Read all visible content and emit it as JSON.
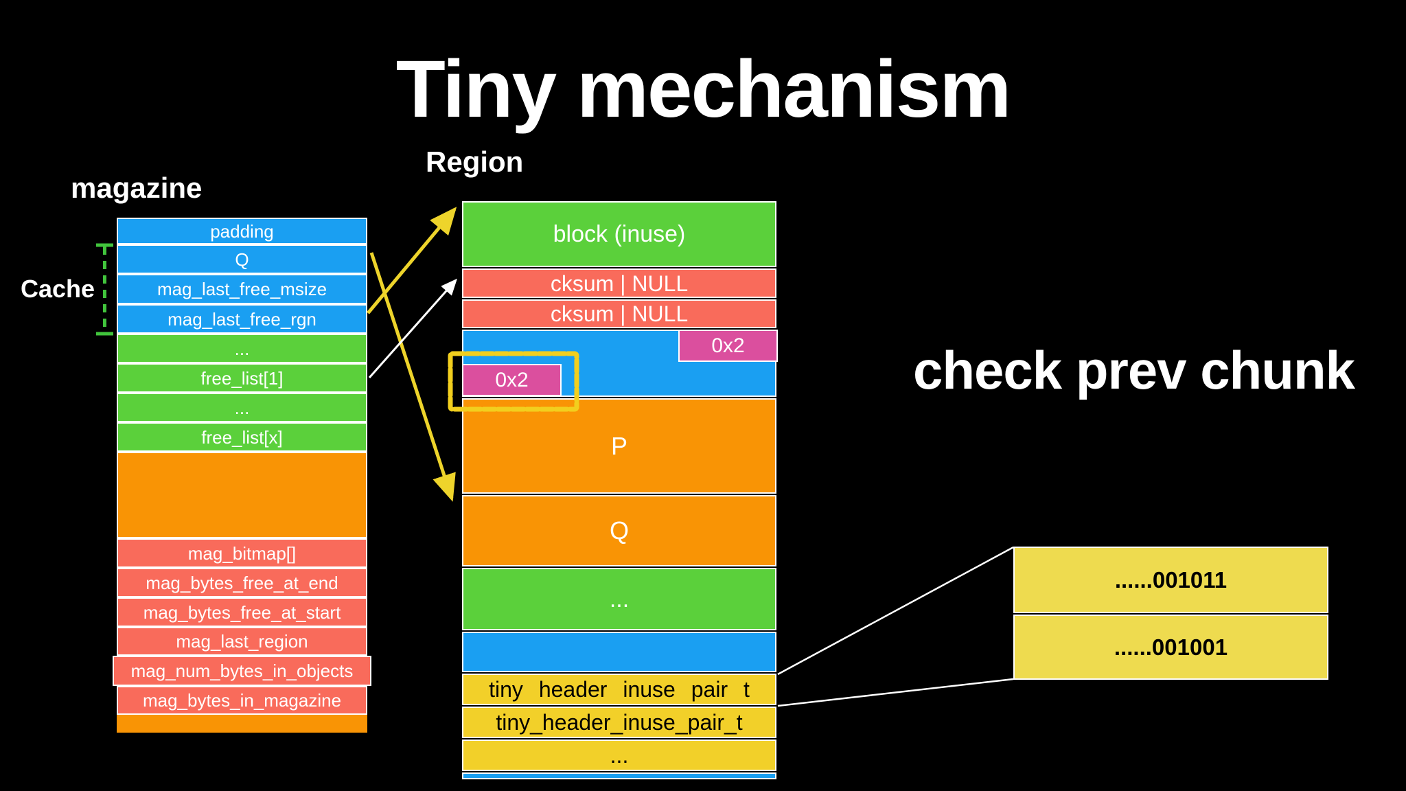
{
  "title": "Tiny mechanism",
  "annotation": "check prev chunk",
  "colors": {
    "background": "#000000",
    "blue": "#1A9FF2",
    "green": "#5BD03B",
    "red": "#F96B5B",
    "orange": "#F99405",
    "pink": "#DB4F9E",
    "region_yellow": "#F2D029",
    "bit_yellow": "#EEDB4F",
    "arrow_yellow": "#EED42B",
    "cache_green": "#41C43C",
    "text_light": "#FFFFFF",
    "text_dark": "#000000"
  },
  "magazine": {
    "label": "magazine",
    "cache_label": "Cache",
    "rows": [
      {
        "label": "padding",
        "color": "blue"
      },
      {
        "label": "Q",
        "color": "blue"
      },
      {
        "label": "mag_last_free_msize",
        "color": "blue"
      },
      {
        "label": "mag_last_free_rgn",
        "color": "blue"
      },
      {
        "label": "...",
        "color": "green"
      },
      {
        "label": "free_list[1]",
        "color": "green"
      },
      {
        "label": "...",
        "color": "green"
      },
      {
        "label": "free_list[x]",
        "color": "green"
      },
      {
        "label": "",
        "color": "orange"
      },
      {
        "label": "mag_bitmap[]",
        "color": "red"
      },
      {
        "label": "mag_bytes_free_at_end",
        "color": "red"
      },
      {
        "label": "mag_bytes_free_at_start",
        "color": "red"
      },
      {
        "label": "mag_last_region",
        "color": "red"
      },
      {
        "label": "mag_num_bytes_in_objects",
        "color": "red"
      },
      {
        "label": "mag_bytes_in_magazine",
        "color": "red"
      },
      {
        "label": "",
        "color": "orange"
      }
    ]
  },
  "region": {
    "label": "Region",
    "rows": [
      {
        "label": "block (inuse)",
        "color": "green"
      },
      {
        "label": "cksum | NULL",
        "color": "red"
      },
      {
        "label": "cksum | NULL",
        "color": "red"
      },
      {
        "label": "",
        "color": "blue"
      },
      {
        "label": "P",
        "color": "orange"
      },
      {
        "label": "Q",
        "color": "orange"
      },
      {
        "label": "...",
        "color": "green"
      },
      {
        "label": "",
        "color": "blue"
      },
      {
        "label": "tiny header inuse pair t",
        "color": "yellow"
      },
      {
        "label": "tiny_header_inuse_pair_t",
        "color": "yellow"
      },
      {
        "label": "...",
        "color": "yellow"
      },
      {
        "label": "",
        "color": "blue"
      }
    ],
    "pink_tags": [
      "0x2",
      "0x2"
    ]
  },
  "bitboxes": [
    "......001011",
    "......001001"
  ]
}
